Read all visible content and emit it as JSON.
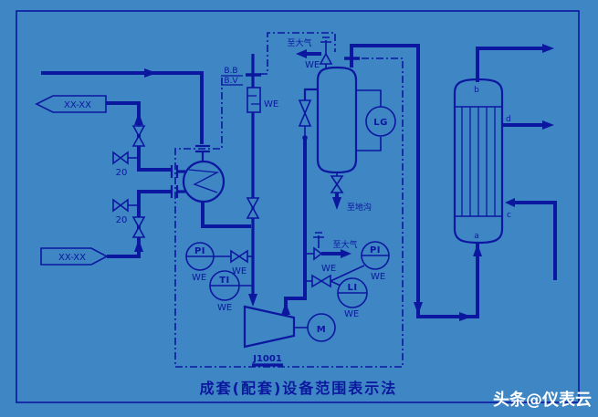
{
  "colors": {
    "background": "#3e87c4",
    "line": "#0c17a0",
    "text": "#0c17a0",
    "watermark": "#ffffff"
  },
  "title": "成套(配套)设备范围表示法",
  "watermark": "头条@仪表云",
  "flags": {
    "stream_tag": "XX-XX"
  },
  "valves": {
    "size_label": "20"
  },
  "marks": {
    "we": "WE",
    "bb": "B.B",
    "bv": "B.V"
  },
  "destinations": {
    "atmosphere": "至大气",
    "drain": "至地沟"
  },
  "equipment": {
    "compressor_tag": "J1001",
    "motor": "M",
    "nozzles": {
      "a": "a",
      "b": "b",
      "c": "c",
      "d": "d"
    }
  },
  "instruments": {
    "pressure": "PI",
    "temperature": "TI",
    "level": "LI",
    "level_gauge": "LG"
  }
}
